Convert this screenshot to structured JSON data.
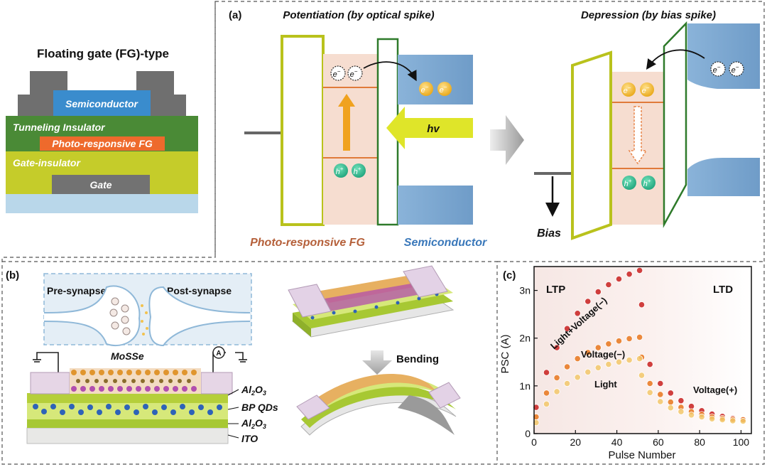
{
  "panel_fg": {
    "title": "Floating gate (FG)-type",
    "semiconductor": "Semiconductor",
    "tunneling": "Tunneling Insulator",
    "photo_fg": "Photo-responsive FG",
    "gate_insulator": "Gate-insulator",
    "gate": "Gate"
  },
  "panel_a": {
    "label": "(a)",
    "potentiation_title": "Potentiation (by optical spike)",
    "depression_title": "Depression (by bias spike)",
    "photo_fg_label": "Photo-responsive FG",
    "semiconductor_label": "Semiconductor",
    "hv_label": "hv",
    "bias_label": "Bias",
    "electron_sym": "e",
    "electron_sup": "−",
    "hole_sym": "h",
    "hole_sup": "+"
  },
  "panel_b": {
    "label": "(b)",
    "pre_synapse": "Pre-synapse",
    "post_synapse": "Post-synapse",
    "ammeter": "A",
    "mosse": "MoSSe",
    "al2o3_top": "Al",
    "al2o3_top_sub1": "2",
    "al2o3_top_mid": "O",
    "al2o3_top_sub2": "3",
    "bp_qds": "BP QDs",
    "al2o3_bot": "Al",
    "al2o3_bot_sub1": "2",
    "al2o3_bot_mid": "O",
    "al2o3_bot_sub2": "3",
    "ito": "ITO",
    "bending": "Bending"
  },
  "chart_data": {
    "type": "scatter",
    "label": "(c)",
    "xlabel": "Pulse Number",
    "ylabel": "PSC (A)",
    "xlim": [
      0,
      105
    ],
    "ylim": [
      0,
      3.5e-09
    ],
    "xticks": [
      "0",
      "20",
      "40",
      "60",
      "80",
      "100"
    ],
    "xtick_values": [
      0,
      20,
      40,
      60,
      80,
      100
    ],
    "yticks": [
      "0",
      "1n",
      "2n",
      "3n"
    ],
    "ytick_values": [
      0,
      1e-09,
      2e-09,
      3e-09
    ],
    "region_labels": [
      "LTP",
      "LTD"
    ],
    "series": [
      {
        "name": "Light+Voltage(−)",
        "depression_name": "Voltage(+)",
        "color": "#c8201e",
        "x": [
          1,
          6,
          11,
          16,
          21,
          26,
          31,
          36,
          41,
          46,
          51,
          52,
          56,
          61,
          66,
          71,
          76,
          81,
          86,
          91,
          96,
          101
        ],
        "y": [
          5.5e-10,
          1.28e-09,
          1.8e-09,
          2.2e-09,
          2.52e-09,
          2.77e-09,
          2.97e-09,
          3.12e-09,
          3.24e-09,
          3.34e-09,
          3.42e-09,
          2.7e-09,
          1.45e-09,
          1.05e-09,
          8.5e-10,
          6.9e-10,
          5.7e-10,
          4.8e-10,
          4.1e-10,
          3.6e-10,
          3.2e-10,
          3e-10
        ]
      },
      {
        "name": "Voltage(−)",
        "color": "#e8761c",
        "x": [
          1,
          6,
          11,
          16,
          21,
          26,
          31,
          36,
          41,
          46,
          51,
          52,
          56,
          61,
          66,
          71,
          76,
          81,
          86,
          91,
          96,
          101
        ],
        "y": [
          3.5e-10,
          8.5e-10,
          1.17e-09,
          1.4e-09,
          1.57e-09,
          1.7e-09,
          1.8e-09,
          1.88e-09,
          1.94e-09,
          1.99e-09,
          2.02e-09,
          1.6e-09,
          1.05e-09,
          8.2e-10,
          6.6e-10,
          5.5e-10,
          4.6e-10,
          4e-10,
          3.5e-10,
          3.2e-10,
          3e-10,
          2.9e-10
        ]
      },
      {
        "name": "Light",
        "color": "#f2c76a",
        "x": [
          1,
          6,
          11,
          16,
          21,
          26,
          31,
          36,
          41,
          46,
          51,
          52,
          56,
          61,
          66,
          71,
          76,
          81,
          86,
          91,
          96,
          101
        ],
        "y": [
          2.3e-10,
          6.2e-10,
          8.8e-10,
          1.05e-09,
          1.18e-09,
          1.29e-09,
          1.38e-09,
          1.45e-09,
          1.5e-09,
          1.54e-09,
          1.57e-09,
          1.22e-09,
          8.6e-10,
          6.7e-10,
          5.4e-10,
          4.6e-10,
          3.9e-10,
          3.5e-10,
          3.1e-10,
          2.9e-10,
          2.7e-10,
          2.6e-10
        ]
      }
    ]
  }
}
